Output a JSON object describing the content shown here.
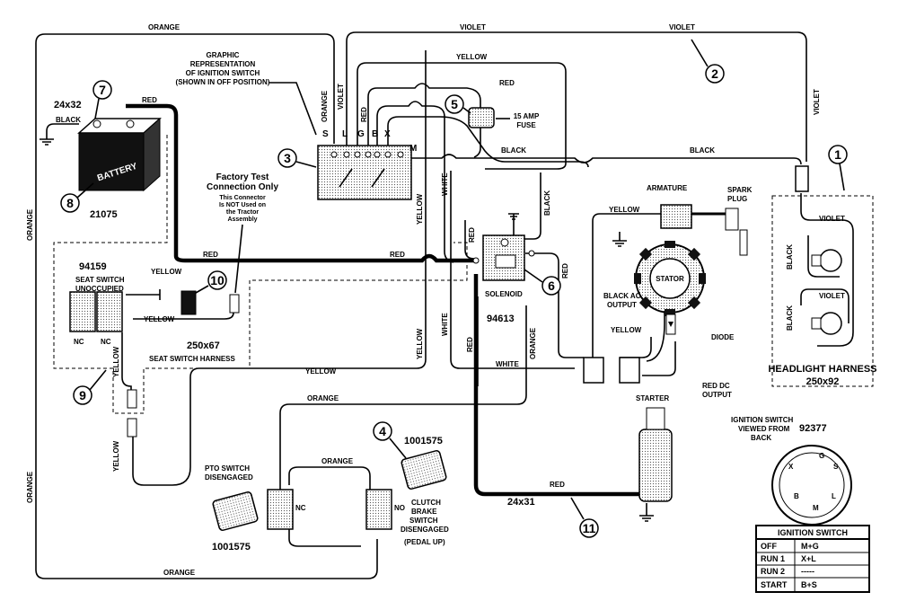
{
  "wires": {
    "orange_top": "ORANGE",
    "violet_top_mid": "VIOLET",
    "violet_top_right": "VIOLET",
    "yellow_top": "YELLOW",
    "red_top": "RED",
    "red_sw": "RED",
    "orange_sw": "ORANGE",
    "violet_sw": "VIOLET",
    "red_battery": "RED",
    "black_battery": "BLACK",
    "orange_left": "ORANGE",
    "orange_left_low": "ORANGE",
    "black_mid": "BLACK",
    "black_right": "BLACK",
    "black_vert": "BLACK",
    "violet_right": "VIOLET",
    "yellow_vert": "YELLOW",
    "white_vert": "WHITE",
    "red_vert": "RED",
    "red_mid": "RED",
    "red_solenoid": "RED",
    "red_right": "RED",
    "red_bus_left": "RED",
    "red_bus_mid": "RED",
    "yellow_seat": "YELLOW",
    "yellow_seat2": "YELLOW",
    "yellow_seat_vert": "YELLOW",
    "yellow_harness": "YELLOW",
    "yellow_left_vert": "YELLOW",
    "yellow_mid_vert": "YELLOW",
    "white_mid": "WHITE",
    "white_bottom": "WHITE",
    "red_low_vert": "RED",
    "orange_mid_vert": "ORANGE",
    "orange_mid": "ORANGE",
    "orange_pto": "ORANGE",
    "orange_bottom": "ORANGE",
    "yellow_armature": "YELLOW",
    "yellow_stator": "YELLOW",
    "red_starter": "RED",
    "black_head1": "BLACK",
    "black_head2": "BLACK",
    "violet_head1": "VIOLET",
    "violet_head2": "VIOLET"
  },
  "labels": {
    "graphic_rep": [
      "GRAPHIC",
      "REPRESENTATION",
      "OF IGNITION SWITCH",
      "(SHOWN IN OFF POSITION)"
    ],
    "terminals": [
      "S",
      "L",
      "G",
      "B",
      "X",
      "M"
    ],
    "battery": "BATTERY",
    "battery_part": "21075",
    "cable_24x32": "24x32",
    "factory_test": [
      "Factory Test",
      "Connection Only"
    ],
    "connector_note": [
      "This Connector",
      "Is NOT Used on",
      "the Tractor",
      "Assembly"
    ],
    "seat_part": "94159",
    "seat_switch": [
      "SEAT SWITCH",
      "UNOCCUPIED"
    ],
    "nc1": "NC",
    "nc2": "NC",
    "seat_harness_part": "250x67",
    "seat_harness": "SEAT SWITCH HARNESS",
    "fuse": [
      "15 AMP",
      "FUSE"
    ],
    "solenoid": "SOLENOID",
    "solenoid_part": "94613",
    "armature": "ARMATURE",
    "spark_plug": [
      "SPARK",
      "PLUG"
    ],
    "stator": "STATOR",
    "black_ac": [
      "BLACK AC",
      "OUTPUT"
    ],
    "diode": "DIODE",
    "red_dc": [
      "RED DC",
      "OUTPUT"
    ],
    "headlight_harness": "HEADLIGHT HARNESS",
    "headlight_part": "250x92",
    "starter": "STARTER",
    "ign_view": [
      "IGNITION SWITCH",
      "VIEWED FROM",
      "BACK"
    ],
    "ign_part": "92377",
    "pto_switch": [
      "PTO SWITCH",
      "DISENGAGED"
    ],
    "pto_nc": "NC",
    "pto_part": "1001575",
    "clutch_switch": [
      "CLUTCH",
      "BRAKE",
      "SWITCH",
      "DISENGAGED",
      "(PEDAL UP)"
    ],
    "clutch_no": "NO",
    "part_1001575_top": "1001575",
    "cable_24x31": "24x31",
    "ign_pins": [
      "X",
      "G",
      "S",
      "B",
      "M",
      "L"
    ]
  },
  "callouts": [
    "1",
    "2",
    "3",
    "4",
    "5",
    "6",
    "7",
    "8",
    "9",
    "10",
    "11"
  ],
  "ignition_table": {
    "title": "IGNITION SWITCH",
    "rows": [
      {
        "pos": "OFF",
        "contacts": "M+G"
      },
      {
        "pos": "RUN 1",
        "contacts": "X+L"
      },
      {
        "pos": "RUN 2",
        "contacts": "-----"
      },
      {
        "pos": "START",
        "contacts": "B+S"
      }
    ]
  }
}
